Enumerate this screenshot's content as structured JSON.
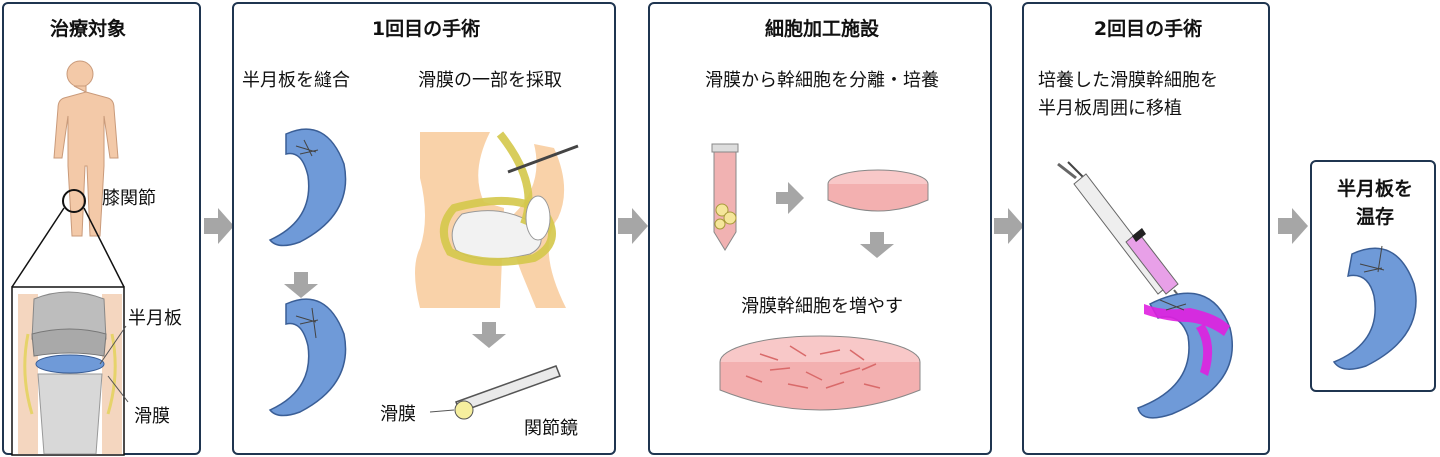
{
  "panels": {
    "target": {
      "title": "治療対象",
      "label_knee": "膝関節",
      "label_meniscus": "半月板",
      "label_synovium": "滑膜"
    },
    "surgery1": {
      "title": "1回目の手術",
      "left_heading": "半月板を縫合",
      "right_heading": "滑膜の一部を採取",
      "label_synovium": "滑膜",
      "label_arthroscope": "関節鏡"
    },
    "cpf": {
      "title": "細胞加工施設",
      "heading": "滑膜から幹細胞を分離・培養",
      "sub_heading": "滑膜幹細胞を増やす"
    },
    "surgery2": {
      "title": "2回目の手術",
      "heading_line1": "培養した滑膜幹細胞を",
      "heading_line2": "半月板周囲に移植"
    },
    "preserve": {
      "title_line1": "半月板を",
      "title_line2": "温存"
    }
  },
  "colors": {
    "border": "#1f3550",
    "meniscus": "#6f9ad8",
    "skin": "#f3c9a8",
    "arrow": "#a6a6a6",
    "cells": "#f1b2b2",
    "synovium": "#f6ef9e",
    "stem_cells_graft": "#e020e0"
  }
}
